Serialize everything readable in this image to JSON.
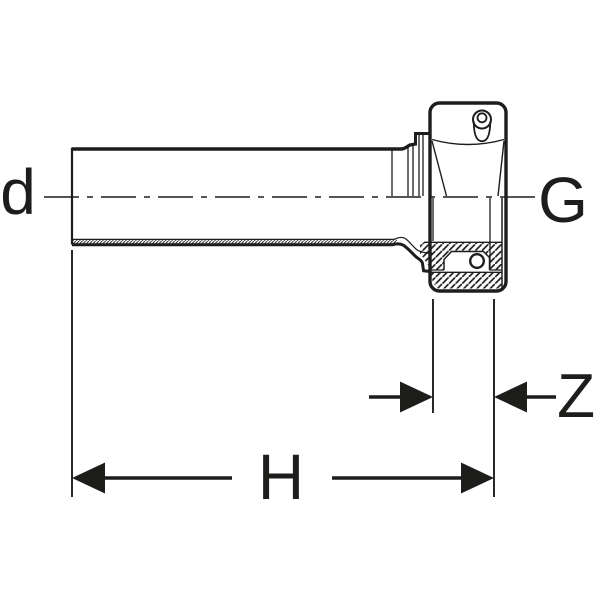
{
  "drawing": {
    "labels": {
      "pipe_diameter": "d",
      "thread_size": "G",
      "dim_h": "H",
      "dim_z": "Z"
    },
    "colors": {
      "ink": "#1d1d1b",
      "paper": "#ffffff"
    }
  }
}
